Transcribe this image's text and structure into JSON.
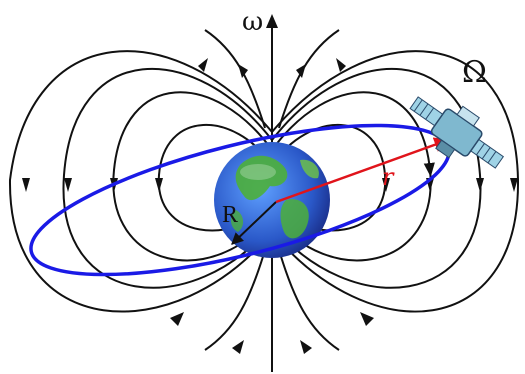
{
  "labels": {
    "omega_lower": "ω",
    "omega_upper": "Ω",
    "earth_radius": "R",
    "orbit_radius": "r"
  },
  "colors": {
    "field_lines": "#111111",
    "orbit": "#1a1ae6",
    "radius_vector": "#e0141b",
    "earth_ocean": "#3a6fd6",
    "earth_land": "#4caf3a",
    "satellite_panel": "#9fd3e6"
  },
  "icons": {
    "earth": "earth-globe-icon",
    "satellite": "satellite-icon"
  }
}
